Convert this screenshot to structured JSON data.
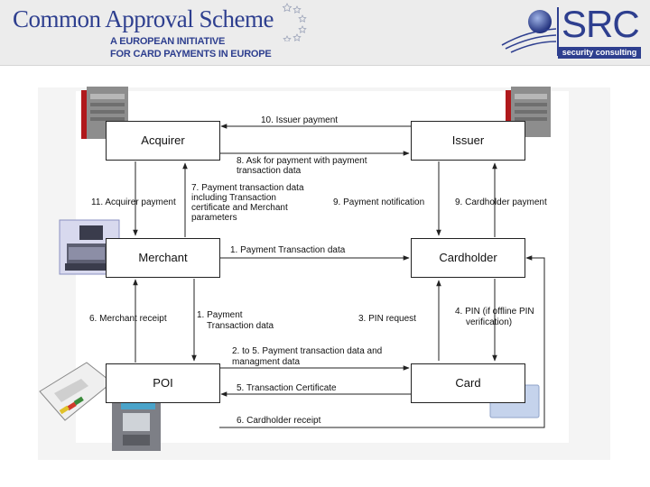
{
  "header": {
    "title": "Common Approval Scheme",
    "subtitle_line1": "A EUROPEAN INITIATIVE",
    "subtitle_line2": "FOR CARD PAYMENTS IN EUROPE",
    "logo_text": "SRC",
    "logo_tagline": "security consulting"
  },
  "nodes": {
    "acquirer": "Acquirer",
    "issuer": "Issuer",
    "merchant": "Merchant",
    "cardholder": "Cardholder",
    "poi": "POI",
    "card": "Card"
  },
  "flows": {
    "f10": "10. Issuer payment",
    "f8a": "8. Ask for payment with payment",
    "f8b": "transaction data",
    "f11": "11. Acquirer payment",
    "f7a": "7. Payment transaction data",
    "f7b": "including Transaction",
    "f7c": "certificate and Merchant",
    "f7d": "parameters",
    "f9n": "9. Payment notification",
    "f9c": "9. Cardholder payment",
    "f1t": "1. Payment Transaction data",
    "f6m": "6. Merchant receipt",
    "f1a": "1. Payment",
    "f1b": "Transaction data",
    "f3": "3. PIN request",
    "f4a": "4. PIN (if offline PIN",
    "f4b": "verification)",
    "f25a": "2. to 5. Payment transaction data and",
    "f25b": "managment data",
    "f5": "5. Transaction Certificate",
    "f6c": "6. Cardholder receipt"
  },
  "colors": {
    "brand": "#2e3f8f",
    "server_red": "#b0191c"
  }
}
